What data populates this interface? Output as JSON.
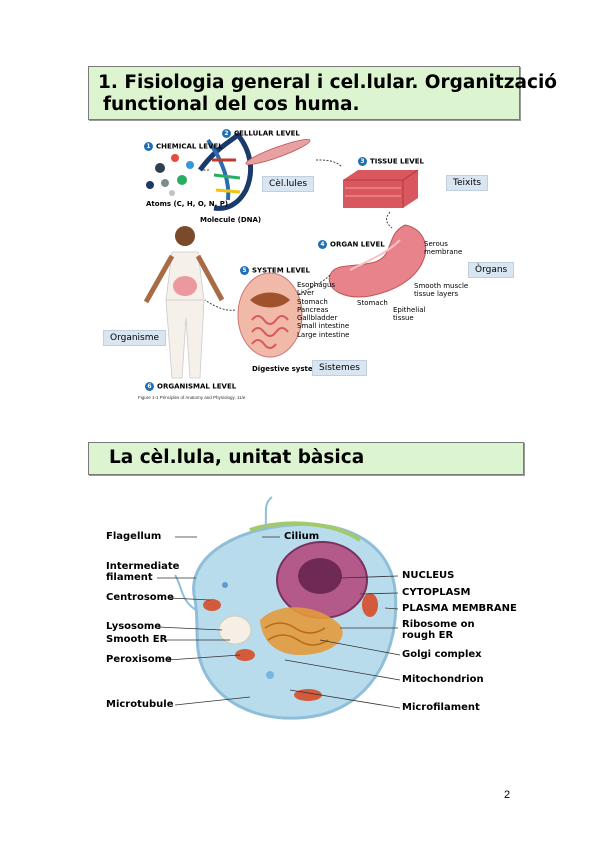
{
  "headings": {
    "h1_line1": "1.  Fisiologia general i cel.lular. Organització",
    "h1_line2": "functional del cos huma.",
    "h2": "La cèl.lula, unitat bàsica"
  },
  "levels_figure": {
    "chemical_level": "CHEMICAL LEVEL",
    "cellular_level": "CELLULAR LEVEL",
    "tissue_level": "TISSUE LEVEL",
    "organ_level": "ORGAN LEVEL",
    "system_level": "SYSTEM LEVEL",
    "organismal_level": "ORGANISMAL LEVEL",
    "badges": [
      "1",
      "2",
      "3",
      "4",
      "5",
      "6"
    ],
    "atoms": "Atoms (C, H, O, N, P)",
    "molecule": "Molecule (DNA)",
    "serous_line1": "Serous",
    "serous_line2": "membrane",
    "smooth_line1": "Smooth muscle",
    "smooth_line2": "tissue layers",
    "stomach": "Stomach",
    "epithelial_line1": "Epithelial",
    "epithelial_line2": "tissue",
    "system_organs": [
      "Esophagus",
      "Liver",
      "Stomach",
      "Pancreas",
      "Gallbladder",
      "Small intestine",
      "Large intestine"
    ],
    "digestive_system": "Digestive system",
    "caption": "Figure 1-1  Principles of Anatomy and Physiology, 11/e",
    "tags": {
      "cells": "Cèl.lules",
      "tissues": "Teixits",
      "organs": "Òrgans",
      "organism": "Organisme",
      "systems": "Sistemes"
    }
  },
  "cell_figure": {
    "left_labels": [
      "Flagellum",
      "Intermediate",
      "filament",
      "Centrosome",
      "Lysosome",
      "Smooth ER",
      "Peroxisome",
      "Microtubule"
    ],
    "right_labels": [
      "Cilium",
      "NUCLEUS",
      "CYTOPLASM",
      "PLASMA MEMBRANE",
      "Ribosome on",
      "rough ER",
      "Golgi complex",
      "Mitochondrion",
      "Microfilament"
    ]
  },
  "page_number": "2",
  "colors": {
    "heading_bg": "#ddf4d0",
    "tag_bg": "#d9e6f2",
    "level_badge": "#1f6fb5"
  }
}
